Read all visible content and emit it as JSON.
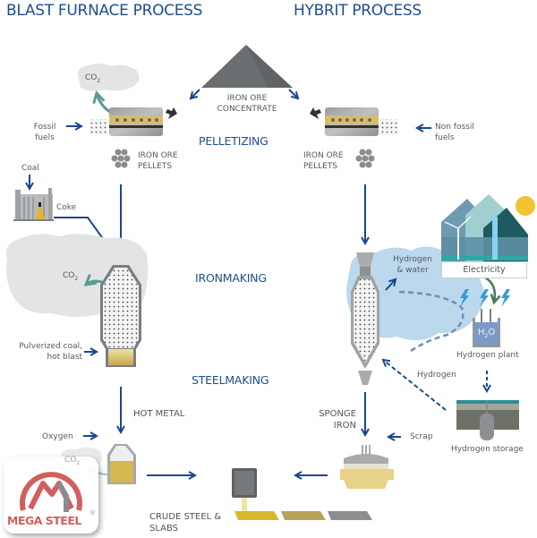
{
  "headers": {
    "left": "BLAST FURNACE PROCESS",
    "right": "HYBRIT PROCESS"
  },
  "stages": {
    "pelletizing": "PELLETIZING",
    "ironmaking": "IRONMAKING",
    "steelmaking": "STEELMAKING"
  },
  "center": {
    "ore_line1": "IRON ORE",
    "ore_line2": "CONCENTRATE",
    "crude_line1": "CRUDE STEEL &",
    "crude_line2": "SLABS"
  },
  "blast_furnace": {
    "co2_pellet": "CO",
    "co2_sub": "2",
    "fossil_line1": "Fossil",
    "fossil_line2": "fuels",
    "pellets_line1": "IRON ORE",
    "pellets_line2": "PELLETS",
    "coal": "Coal",
    "coke": "Coke",
    "co2_furnace": "CO",
    "pulverized_line1": "Pulverized coal,",
    "pulverized_line2": "hot blast",
    "hot_metal": "HOT METAL",
    "oxygen": "Oxygen",
    "co2_converter": "CO"
  },
  "hybrit": {
    "nonfossil_line1": "Non fossil",
    "nonfossil_line2": "fuels",
    "pellets_line1": "IRON ORE",
    "pellets_line2": "PELLETS",
    "hydrogen_water_line1": "Hydrogen",
    "hydrogen_water_line2": "& water",
    "electricity": "Electricity",
    "h2o": "H",
    "h2o_sub": "2",
    "h2o_o": "O",
    "hydrogen_plant": "Hydrogen plant",
    "hydrogen": "Hydrogen",
    "hydrogen_storage": "Hydrogen storage",
    "sponge_line1": "SPONGE",
    "sponge_line2": "IRON",
    "scrap": "Scrap"
  },
  "logo": {
    "name": "MEGA STEEL",
    "registered": "®"
  },
  "colors": {
    "title_blue": "#1f4e8c",
    "arrow_blue": "#1a4690",
    "co2_arrow": "#5a9a94",
    "cloud_gray": "#e3e4e5",
    "cloud_blue": "#bcd8ec",
    "gold": "#d8b84a",
    "logo_red": "#d0605e"
  }
}
